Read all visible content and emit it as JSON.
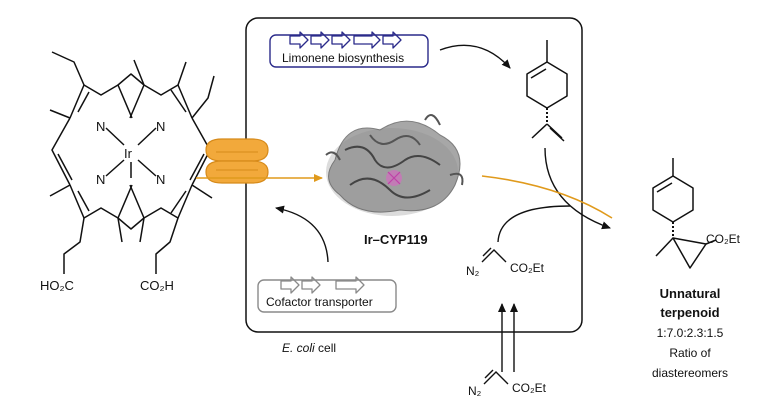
{
  "porphyrin": {
    "metal": "Ir",
    "n_label": "N",
    "left_acid": "HO₂C",
    "right_acid": "CO₂H"
  },
  "cell": {
    "name_italic": "E. coli",
    "name_rest": " cell",
    "limonene_label": "Limonene biosynthesis",
    "transporter_label": "Cofactor transporter",
    "enzyme_label": "Ir–CYP119"
  },
  "reagent": {
    "diazo_inside": "N₂",
    "ester_inside": "CO₂Et",
    "diazo_outside": "N₂",
    "ester_outside": "CO₂Et"
  },
  "product": {
    "ester": "CO₂Et",
    "title_line1": "Unnatural",
    "title_line2": "terpenoid",
    "ratio": "1:7.0:2.3:1.5",
    "ratio_line1": "Ratio of",
    "ratio_line2": "diastereomers"
  },
  "colors": {
    "transporter_fill": "#f2a93b",
    "transporter_stroke": "#d68a1a",
    "arrow_orange": "#e09a1c",
    "limonene_box": "#2a2a8a",
    "transporter_box": "#8a8a8a",
    "protein": "#6e6e6e",
    "cofactor_highlight": "#e060c8"
  }
}
